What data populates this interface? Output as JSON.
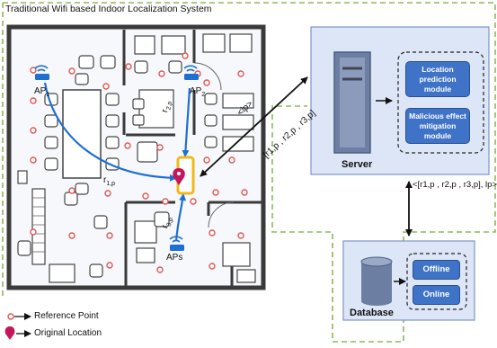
{
  "title": "Traditional Wifi based Indoor Localization System",
  "server": {
    "label": "Server",
    "modules": [
      "Location prediction module",
      "Malicious effect mitigation module"
    ]
  },
  "database": {
    "label": "Database",
    "modules": [
      "Offline",
      "Online"
    ]
  },
  "access_points": {
    "ap1": "AP",
    "ap1_sub": "1",
    "ap2": "AP",
    "ap2_sub": "2",
    "ap3": "APs"
  },
  "signals": {
    "r1": "r",
    "r1_sub": "1,p",
    "r2": "r",
    "r2_sub": "2,p",
    "r3": "r",
    "r3_sub": "3,p"
  },
  "server_link_label": "[r1,p , r2,p , r3,p]",
  "server_return_label": "<lp>",
  "db_link_label": "<[r1,p , r2,p , r3,p], lp>",
  "legend": {
    "reference_point": "Reference Point",
    "original_location": "Original Location"
  },
  "colors": {
    "dashed_border": "#8fb85a",
    "server_fill": "#dde6f7",
    "module_fill": "#3f73c8",
    "reference_point": "#e35555",
    "location_pin": "#c2185b",
    "phone_frame": "#f2b81a",
    "signal_arrow": "#1e6fd4"
  }
}
